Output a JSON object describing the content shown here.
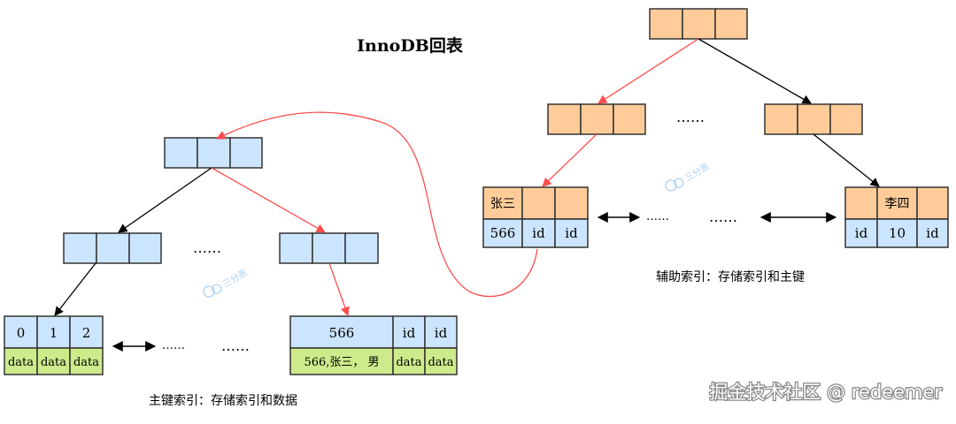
{
  "title": "InnoDB回表",
  "primary_index": {
    "caption": "主键索引：存储索引和数据",
    "mid_ellipsis": "……",
    "gap_ellipsis_1": "……",
    "gap_ellipsis_2": "……",
    "leaf_left": {
      "keys": [
        "0",
        "1",
        "2"
      ],
      "data": [
        "data",
        "data",
        "data"
      ]
    },
    "leaf_right": {
      "key": "566",
      "ids": [
        "id",
        "id"
      ],
      "row": "566,张三， 男",
      "data": [
        "data",
        "data"
      ]
    }
  },
  "secondary_index": {
    "caption": "辅助索引：存储索引和主键",
    "mid_ellipsis": "……",
    "gap_ellipsis_1": "……",
    "gap_ellipsis_2": "……",
    "leaf_left": {
      "name": "张三",
      "key": "566",
      "ids": [
        "id",
        "id"
      ]
    },
    "leaf_right": {
      "name": "李四",
      "ids": [
        "id",
        "10",
        "id"
      ]
    }
  },
  "watermarks": [
    "三分恶",
    "三分恶"
  ],
  "credit": "掘金技术社区 @ redeemer",
  "colors": {
    "blue": "#cce5ff",
    "orange": "#ffcc99",
    "green": "#cdeb8b",
    "red": "#ff4d4d",
    "stroke": "#333333"
  }
}
